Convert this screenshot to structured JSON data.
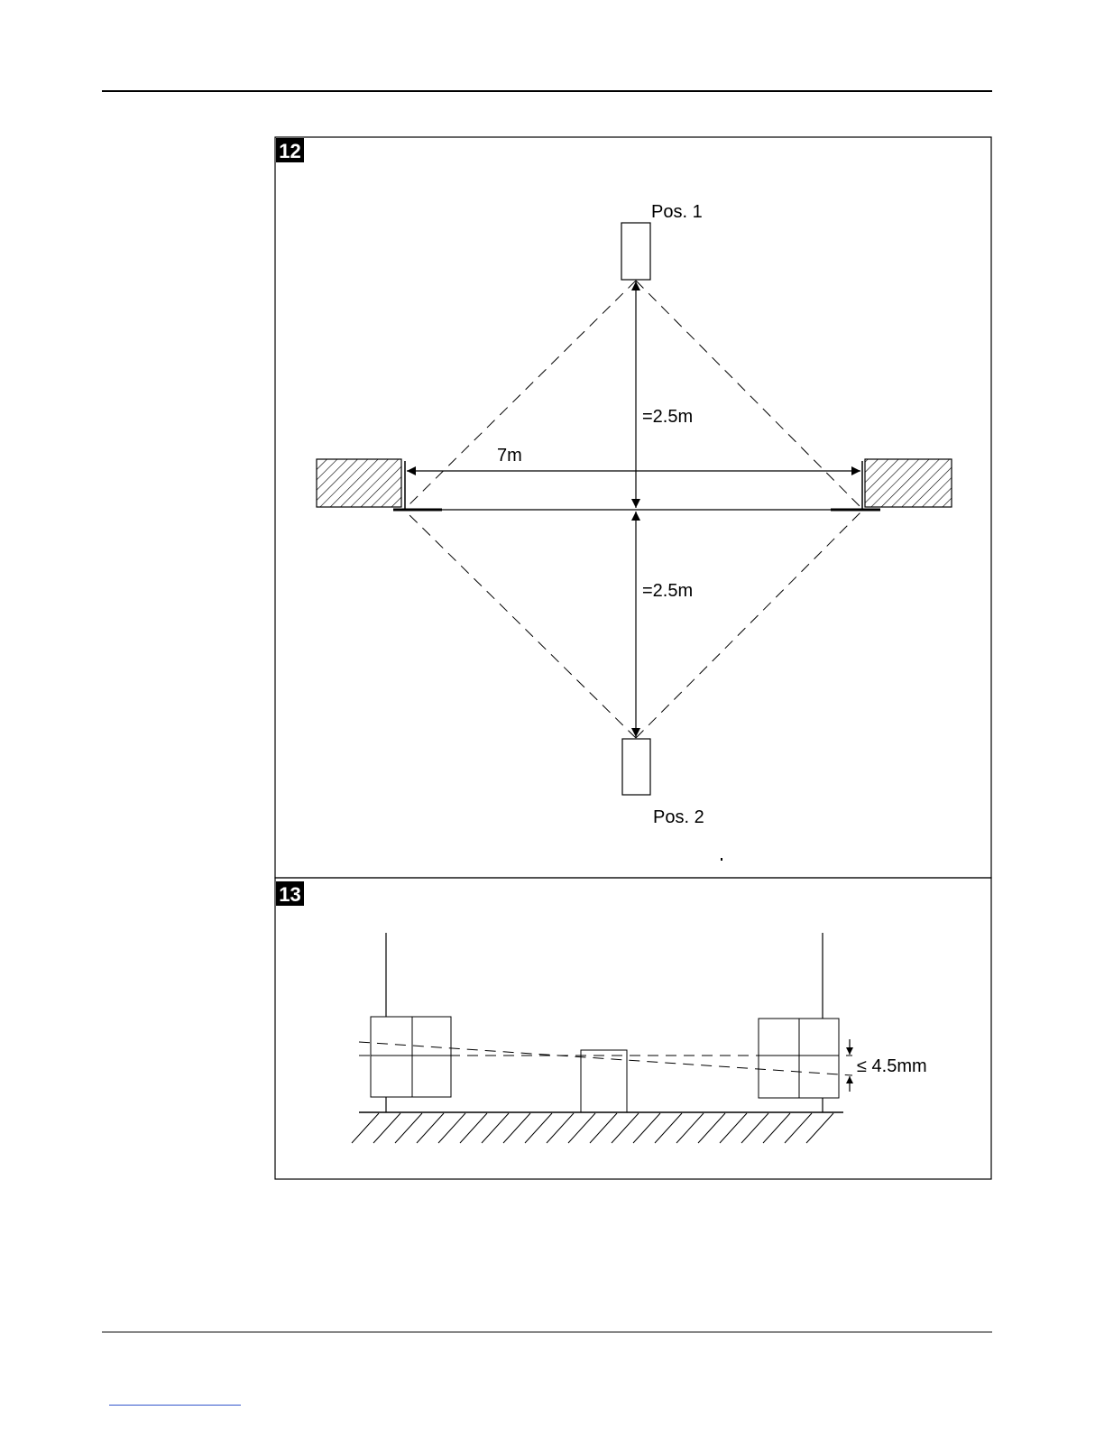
{
  "figure_12": {
    "number": "12",
    "labels": {
      "pos1": "Pos. 1",
      "pos2": "Pos. 2",
      "width": "7m",
      "dist_top": "=2.5m",
      "dist_bottom": "=2.5m"
    }
  },
  "figure_13": {
    "number": "13",
    "labels": {
      "tolerance": "≤ 4.5mm"
    }
  },
  "colors": {
    "ink": "#000000",
    "paper": "#ffffff",
    "footer_link": "#3355cc"
  }
}
